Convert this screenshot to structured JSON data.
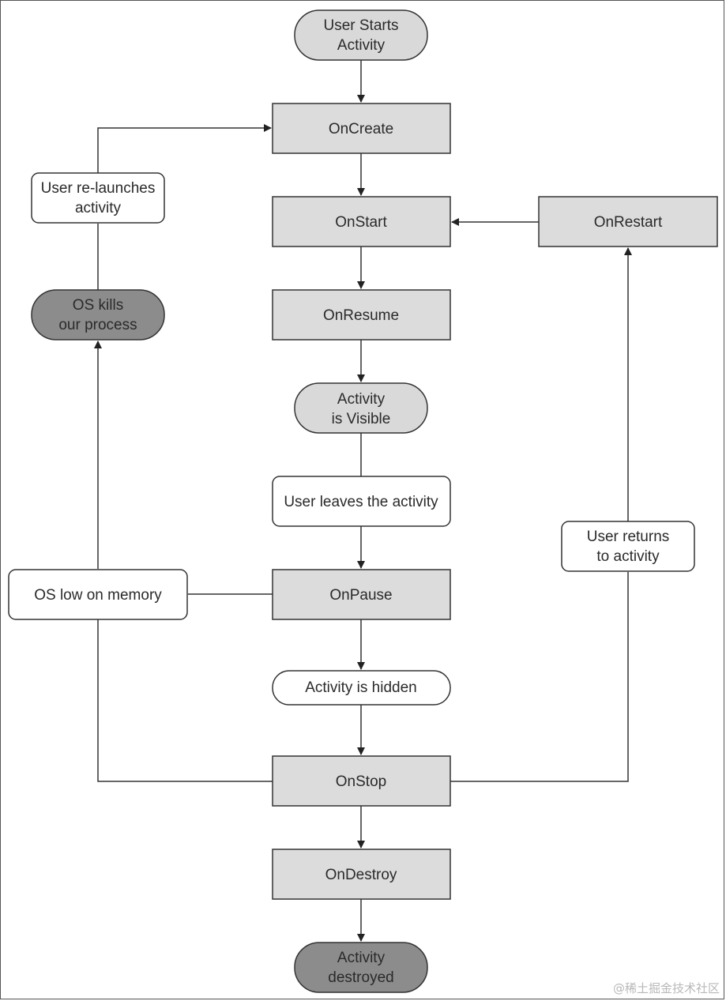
{
  "nodes": {
    "user_starts": {
      "lines": [
        "User Starts",
        "Activity"
      ]
    },
    "on_create": {
      "lines": [
        "OnCreate"
      ]
    },
    "on_start": {
      "lines": [
        "OnStart"
      ]
    },
    "on_restart": {
      "lines": [
        "OnRestart"
      ]
    },
    "on_resume": {
      "lines": [
        "OnResume"
      ]
    },
    "activity_visible": {
      "lines": [
        "Activity",
        "is Visible"
      ]
    },
    "user_leaves": {
      "lines": [
        "User leaves the activity"
      ]
    },
    "on_pause": {
      "lines": [
        "OnPause"
      ]
    },
    "activity_hidden": {
      "lines": [
        "Activity is hidden"
      ]
    },
    "on_stop": {
      "lines": [
        "OnStop"
      ]
    },
    "on_destroy": {
      "lines": [
        "OnDestroy"
      ]
    },
    "activity_destroyed": {
      "lines": [
        "Activity",
        "destroyed"
      ]
    },
    "user_relaunches": {
      "lines": [
        "User re-launches",
        "activity"
      ]
    },
    "os_kills": {
      "lines": [
        "OS kills",
        "our process"
      ]
    },
    "os_low_memory": {
      "lines": [
        "OS low on memory"
      ]
    },
    "user_returns": {
      "lines": [
        "User returns",
        "to activity"
      ]
    }
  },
  "colors": {
    "process_fill": "#dcdcdc",
    "terminal_light": "#d9d9d9",
    "terminal_dark": "#8c8c8c",
    "annotation_fill": "#ffffff",
    "stroke": "#333333"
  },
  "watermark": "@稀土掘金技术社区"
}
